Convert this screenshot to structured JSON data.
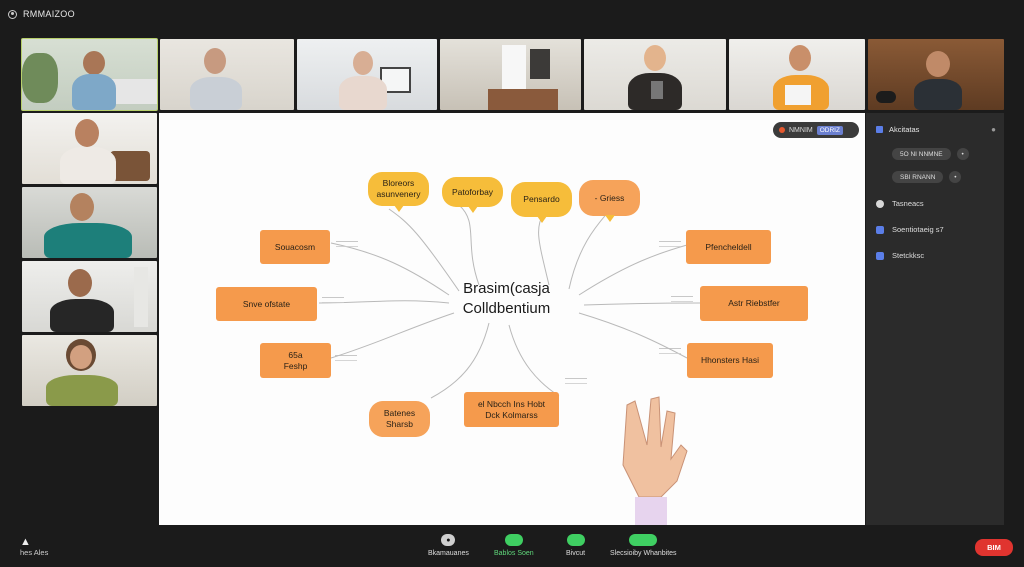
{
  "app": {
    "title": "RMMAIZOO"
  },
  "whiteboard": {
    "badge_label": "NMNIM",
    "badge_tag": "ODRIZ",
    "center_title_line1": "Brasim(casja",
    "center_title_line2": "Colldbentium",
    "nodes": [
      {
        "id": "n1",
        "text": "Bloreors\nasunvenery"
      },
      {
        "id": "n2",
        "text": "Patoforbay"
      },
      {
        "id": "n3",
        "text": "Pensardo"
      },
      {
        "id": "n4",
        "text": "- Griess"
      },
      {
        "id": "n5",
        "text": "Souacosm"
      },
      {
        "id": "n6",
        "text": "Snve ofstate"
      },
      {
        "id": "n7",
        "text": "65a\nFeshp"
      },
      {
        "id": "n8",
        "text": "Batenes\nSharsb"
      },
      {
        "id": "n9",
        "text": "el Nbcch Ins Hobt\nDck Kolmarss"
      },
      {
        "id": "n10",
        "text": "Pfencheldell"
      },
      {
        "id": "n11",
        "text": "Astr Riebstfer"
      },
      {
        "id": "n12",
        "text": "Hhonsters Hasi"
      }
    ]
  },
  "sidepanel": {
    "title": "Akcitatas",
    "pill1": "5O NI NNMNE",
    "pill2": "SBI RNANN",
    "items": [
      {
        "label": "Tasneacs",
        "color": "#d8d8d8"
      },
      {
        "label": "Soentiotaeig s7",
        "color": "#5b7ee8"
      },
      {
        "label": "Stetckksc",
        "color": "#5b7ee8"
      }
    ]
  },
  "bottombar": {
    "left_label": "hes Ales",
    "controls": [
      {
        "label": "Bkamauanes",
        "green": false
      },
      {
        "label": "Bablos Soen",
        "green": true
      },
      {
        "label": "Bivcut",
        "green": false
      },
      {
        "label": "Slecsioiby Whanbites",
        "green": false
      }
    ],
    "end_label": "BIM"
  }
}
